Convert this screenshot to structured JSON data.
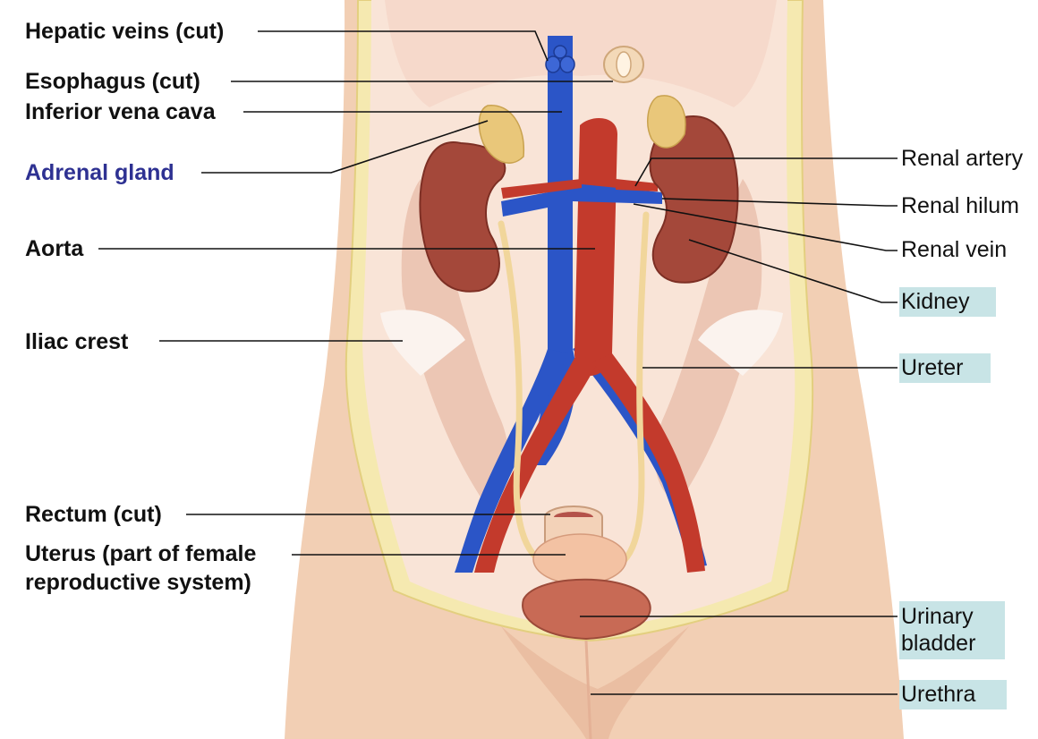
{
  "colors": {
    "skin": "#f2cfb4",
    "skin_shadow": "#e7b79a",
    "fat_layer": "#f5e9b0",
    "wall": "#f9e4d7",
    "muscle": "#ecc6b4",
    "vein_blue": "#2b55c7",
    "artery_red": "#c33a2c",
    "kidney": "#a4483a",
    "adrenal": "#e9c77a",
    "ureter": "#f1d69b",
    "bladder": "#c86a55",
    "uterus": "#f3c2a3",
    "highlight_box": "#c8e4e6",
    "adrenal_label": "#2e3192"
  },
  "labels": {
    "hepatic_veins": "Hepatic veins (cut)",
    "esophagus": "Esophagus (cut)",
    "inferior_vena_cava": "Inferior vena cava",
    "adrenal_gland": "Adrenal gland",
    "aorta": "Aorta",
    "iliac_crest": "Iliac crest",
    "rectum": "Rectum (cut)",
    "uterus_line1": "Uterus (part of female",
    "uterus_line2": "reproductive system)",
    "renal_artery": "Renal artery",
    "renal_hilum": "Renal hilum",
    "renal_vein": "Renal vein",
    "kidney": "Kidney",
    "ureter": "Ureter",
    "urinary_bladder_line1": "Urinary",
    "urinary_bladder_line2": "bladder",
    "urethra": "Urethra"
  }
}
